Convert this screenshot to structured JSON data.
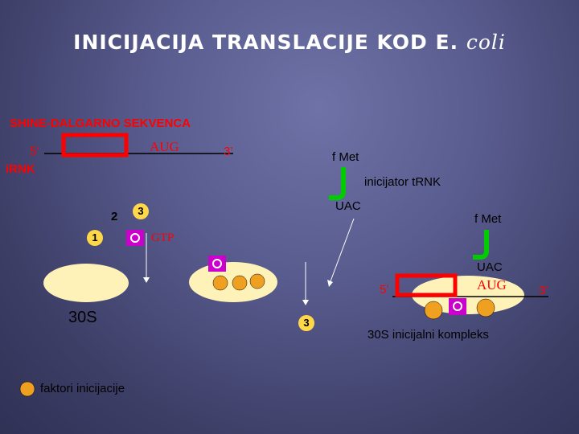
{
  "title": {
    "main": "INICIJACIJA TRANSLACIJE KOD E.",
    "species": "coli"
  },
  "mrna": {
    "shine_dalgarno_label": "SHINE-DALGARNO SEKVENCA",
    "five_prime": "5’",
    "three_prime": "3’",
    "start_codon": "AUG",
    "mrna_label": "iRNK"
  },
  "trna": {
    "amino_acid": "f Met",
    "label": "inicijator tRNK",
    "anticodon": "UAC"
  },
  "steps": {
    "one": "1",
    "two": "2",
    "three": "3",
    "gtp": "GTP"
  },
  "subunit": {
    "label": "30S"
  },
  "complex": {
    "amino_acid": "f Met",
    "anticodon": "UAC",
    "codon": "AUG",
    "five_prime": "5’",
    "three_prime": "3’",
    "label": "30S inicijalni kompleks"
  },
  "legend": {
    "label": "faktori inicijacije"
  },
  "colors": {
    "red": "#ff0000",
    "magenta": "#cc00cc",
    "orange": "#f0a020",
    "yellow": "#ffd84a",
    "green": "#00cc00",
    "ribosome": "#fff2b8"
  }
}
